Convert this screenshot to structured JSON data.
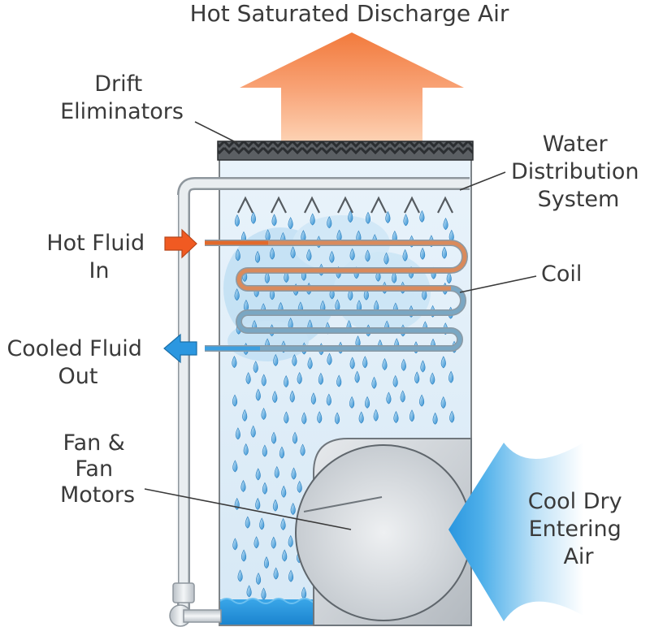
{
  "labels": {
    "discharge_air": "Hot Saturated Discharge Air",
    "drift_eliminators": [
      "Drift",
      "Eliminators"
    ],
    "water_distribution": [
      "Water",
      "Distribution",
      "System"
    ],
    "hot_fluid": [
      "Hot Fluid",
      "In"
    ],
    "coil": "Coil",
    "cooled_fluid": [
      "Cooled Fluid",
      "Out"
    ],
    "fan_motors": [
      "Fan &",
      "Fan",
      "Motors"
    ],
    "entering_air": [
      "Cool Dry",
      "Entering",
      "Air"
    ]
  },
  "colors": {
    "hot_air": "#f47b3a",
    "cool_air": "#2f9be0",
    "water": "#1e8fd6",
    "coil_hot": "#d9895a",
    "coil_cool": "#7aa9c4",
    "casing_fill": "#dfeef8",
    "pipe": "#d8dde2",
    "fan_housing": "#c4c9ce",
    "label_text": "#3a3a3a"
  },
  "icons": {
    "hot_fluid_arrow": "arrow-right-icon",
    "cooled_fluid_arrow": "arrow-left-icon",
    "discharge_arrow": "arrow-up-icon",
    "entering_air_arrow": "arrow-left-icon",
    "spray_nozzle": "caret-up-icon",
    "water_drop": "droplet-icon"
  }
}
